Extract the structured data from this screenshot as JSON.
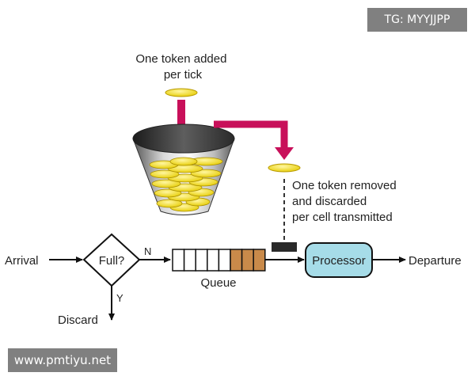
{
  "labels": {
    "token_added": [
      "One token added",
      "per tick"
    ],
    "token_removed": [
      "One token removed",
      "and discarded",
      "per cell transmitted"
    ],
    "arrival": "Arrival",
    "full": "Full?",
    "no": "N",
    "yes": "Y",
    "discard": "Discard",
    "queue": "Queue",
    "processor": "Processor",
    "departure": "Departure"
  },
  "queue": {
    "empty_cells": 5,
    "filled_cells": 3
  },
  "colors": {
    "arrow_magenta": "#c8105a",
    "token_yellow": "#f5e01a",
    "queue_filled": "#c98a4a",
    "processor_fill": "#a6dce8",
    "slot": "#2a2a2a"
  },
  "watermarks": {
    "top": "TG: MYYJJPP",
    "bottom": "www.pmtiyu.net"
  }
}
